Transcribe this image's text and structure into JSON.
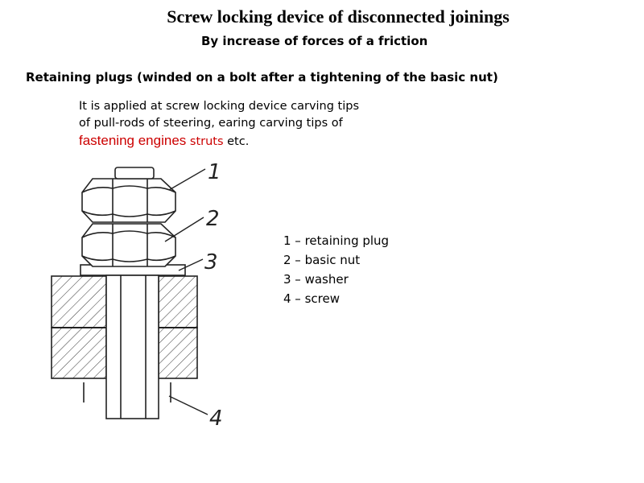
{
  "title": "Screw locking device of disconnected joinings",
  "subtitle": "By increase of forces of a friction",
  "heading": "Retaining plugs (winded on a bolt after a tightening of the basic nut)",
  "description": {
    "line1": "It is applied at screw locking device carving tips",
    "line2": "of pull-rods of steering, earing carving tips of",
    "highlight1": "fastening engines",
    "highlight2": "struts",
    "tail": " etc."
  },
  "legend": [
    "1 – retaining plug",
    "2 – basic nut",
    "3 – washer",
    "4 – screw"
  ],
  "callouts": [
    "1",
    "2",
    "3",
    "4"
  ]
}
